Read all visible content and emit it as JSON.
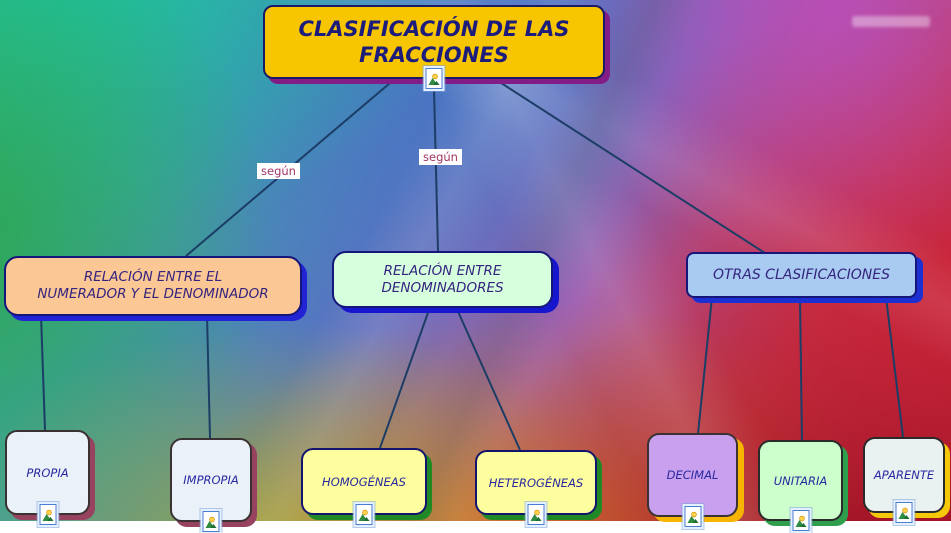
{
  "diagram": {
    "kind": "concept map",
    "title_node": {
      "label": "CLASIFICACIÓN DE LAS\nFRACCIONES",
      "fill": "#f7c600",
      "shadow": "#821d88",
      "text_color": "#1c1c7c",
      "icon": "image-icon"
    },
    "edge_labels": [
      {
        "label": "según"
      },
      {
        "label": "según"
      }
    ],
    "category_nodes": [
      {
        "label": "RELACIÓN ENTRE EL\nNUMERADOR Y EL DENOMINADOR",
        "fill": "#fbc795",
        "shadow": "#2323d6"
      },
      {
        "label": "RELACIÓN  ENTRE\nDENOMINADORES",
        "fill": "#d6ffde",
        "shadow": "#1616cf"
      },
      {
        "label": "OTRAS CLASIFICACIONES",
        "fill": "#a9cbf2",
        "shadow": "#1c2fd0"
      }
    ],
    "leaf_nodes": [
      {
        "label": "PROPIA",
        "fill": "#eaf1f8",
        "shadow": "#97425f",
        "icon": "image-icon"
      },
      {
        "label": "IMPROPIA",
        "fill": "#eaf1f8",
        "shadow": "#97425f",
        "icon": "image-icon"
      },
      {
        "label": "HOMOGÉNEAS",
        "fill": "#fdff9e",
        "shadow": "#1f8a25",
        "icon": "image-icon"
      },
      {
        "label": "HETEROGÉNEAS",
        "fill": "#fdff9e",
        "shadow": "#1f8a25",
        "icon": "image-icon"
      },
      {
        "label": "DECIMAL",
        "fill": "#c9a0ee",
        "shadow": "#f7b400",
        "icon": "image-icon"
      },
      {
        "label": "UNITARIA",
        "fill": "#ccffcc",
        "shadow": "#2f9e4d",
        "icon": "image-icon"
      },
      {
        "label": "APARENTE",
        "fill": "#eaf1f1",
        "shadow": "#f6c80a",
        "icon": "image-icon"
      }
    ],
    "colors": {
      "connector_line": "#1b3d66",
      "edge_label_text": "#a13567",
      "node_text": "#2828a0",
      "category_text": "#34247e"
    }
  }
}
